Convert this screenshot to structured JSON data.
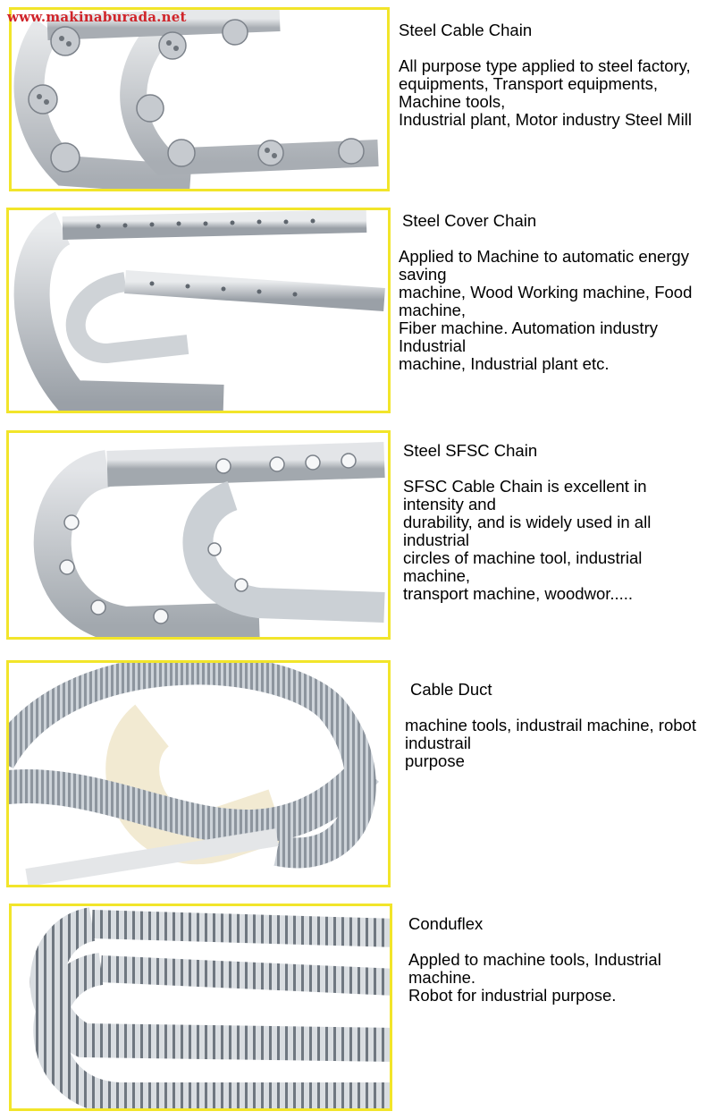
{
  "watermark": "www.makinaburada.net",
  "products": [
    {
      "title": "Steel Cable Chain",
      "lines": [
        "All purpose type applied to steel factory,",
        "equipments, Transport equipments, Machine tools,",
        "Industrial plant, Motor industry Steel Mill"
      ]
    },
    {
      "title": "Steel Cover Chain",
      "lines": [
        "Applied to Machine to automatic energy saving",
        "machine, Wood Working machine, Food machine,",
        "Fiber machine. Automation industry Industrial",
        "machine, Industrial plant etc."
      ]
    },
    {
      "title": "Steel SFSC Chain",
      "lines": [
        "SFSC Cable Chain is excellent in intensity and",
        "durability, and is widely used in all industrial",
        "circles of machine tool, industrial machine,",
        "transport machine, woodwor....."
      ]
    },
    {
      "title": "Cable Duct",
      "lines": [
        "machine tools, industrail machine, robot industrail",
        "purpose"
      ]
    },
    {
      "title": "Conduflex",
      "lines": [
        "Appled to machine tools, Industrial machine.",
        "Robot for industrial purpose."
      ]
    }
  ]
}
